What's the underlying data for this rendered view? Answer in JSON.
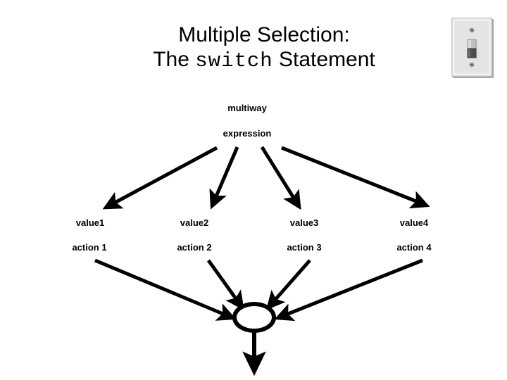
{
  "slide": {
    "background_color": "#ffffff",
    "title": {
      "line1": "Multiple Selection:",
      "line2_prefix": "The ",
      "line2_keyword": "switch",
      "line2_suffix": " Statement"
    },
    "decoration": {
      "icon_name": "light-switch-plate-icon",
      "plate_color": "#e8e8e8",
      "toggle_color": "#9a9a9a",
      "screw_color": "#8a8a8a"
    }
  },
  "diagram": {
    "type": "flowchart",
    "line_color": "#000000",
    "node_fill": "#ffffff",
    "decision_label_top": "multiway",
    "decision_label_bottom": "expression",
    "branches": [
      {
        "value": "value1",
        "action": "action 1"
      },
      {
        "value": "value2",
        "action": "action 2"
      },
      {
        "value": "value3",
        "action": "action 3"
      },
      {
        "value": "value4",
        "action": "action 4"
      }
    ],
    "merge_node": {
      "shape": "ellipse",
      "label": ""
    }
  }
}
